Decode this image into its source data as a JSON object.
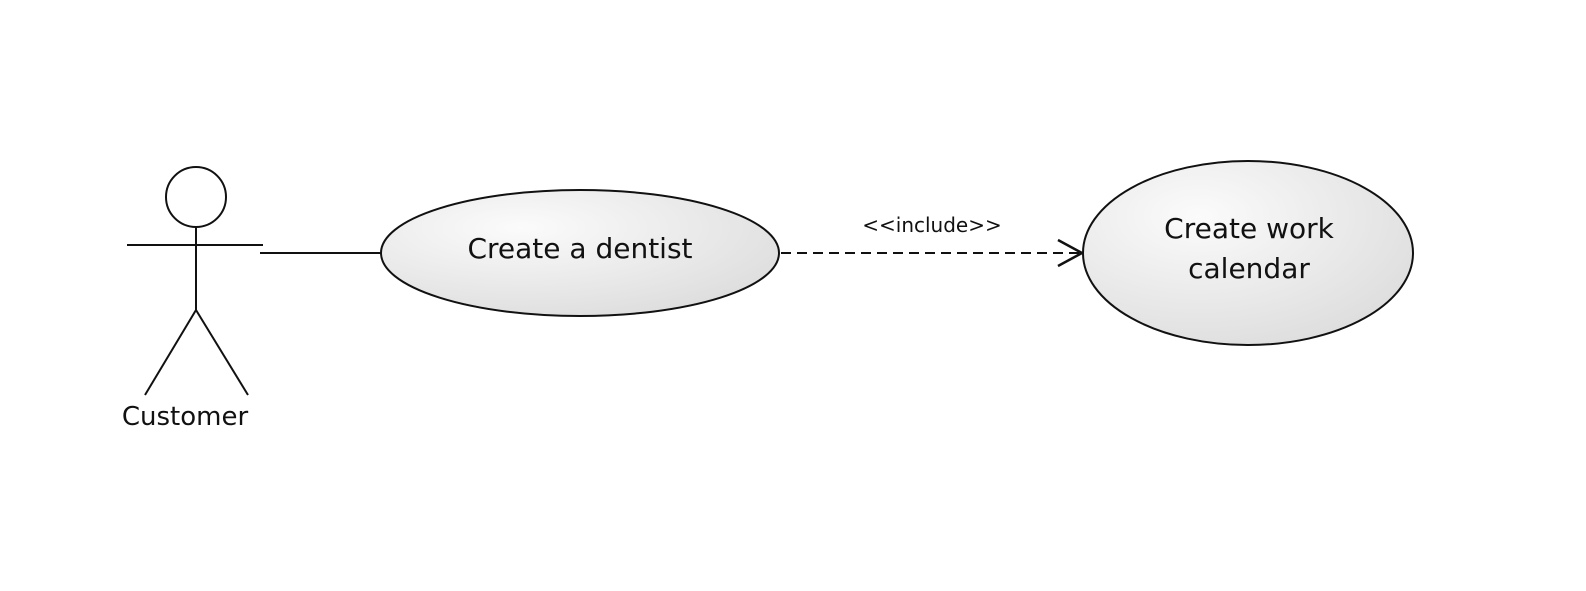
{
  "diagram": {
    "type": "uml-use-case",
    "actor": {
      "name": "Customer"
    },
    "use_cases": [
      {
        "id": "uc1",
        "lines": [
          "Create a dentist"
        ]
      },
      {
        "id": "uc2",
        "lines": [
          "Create work",
          "calendar"
        ]
      }
    ],
    "relations": [
      {
        "from": "Customer",
        "to": "uc1",
        "kind": "association",
        "label": ""
      },
      {
        "from": "uc1",
        "to": "uc2",
        "kind": "include",
        "label": "<<include>>"
      }
    ],
    "colors": {
      "stroke": "#111111",
      "fill_light": "#f6f6f6",
      "fill_dark": "#dedede",
      "background": "#ffffff"
    }
  }
}
